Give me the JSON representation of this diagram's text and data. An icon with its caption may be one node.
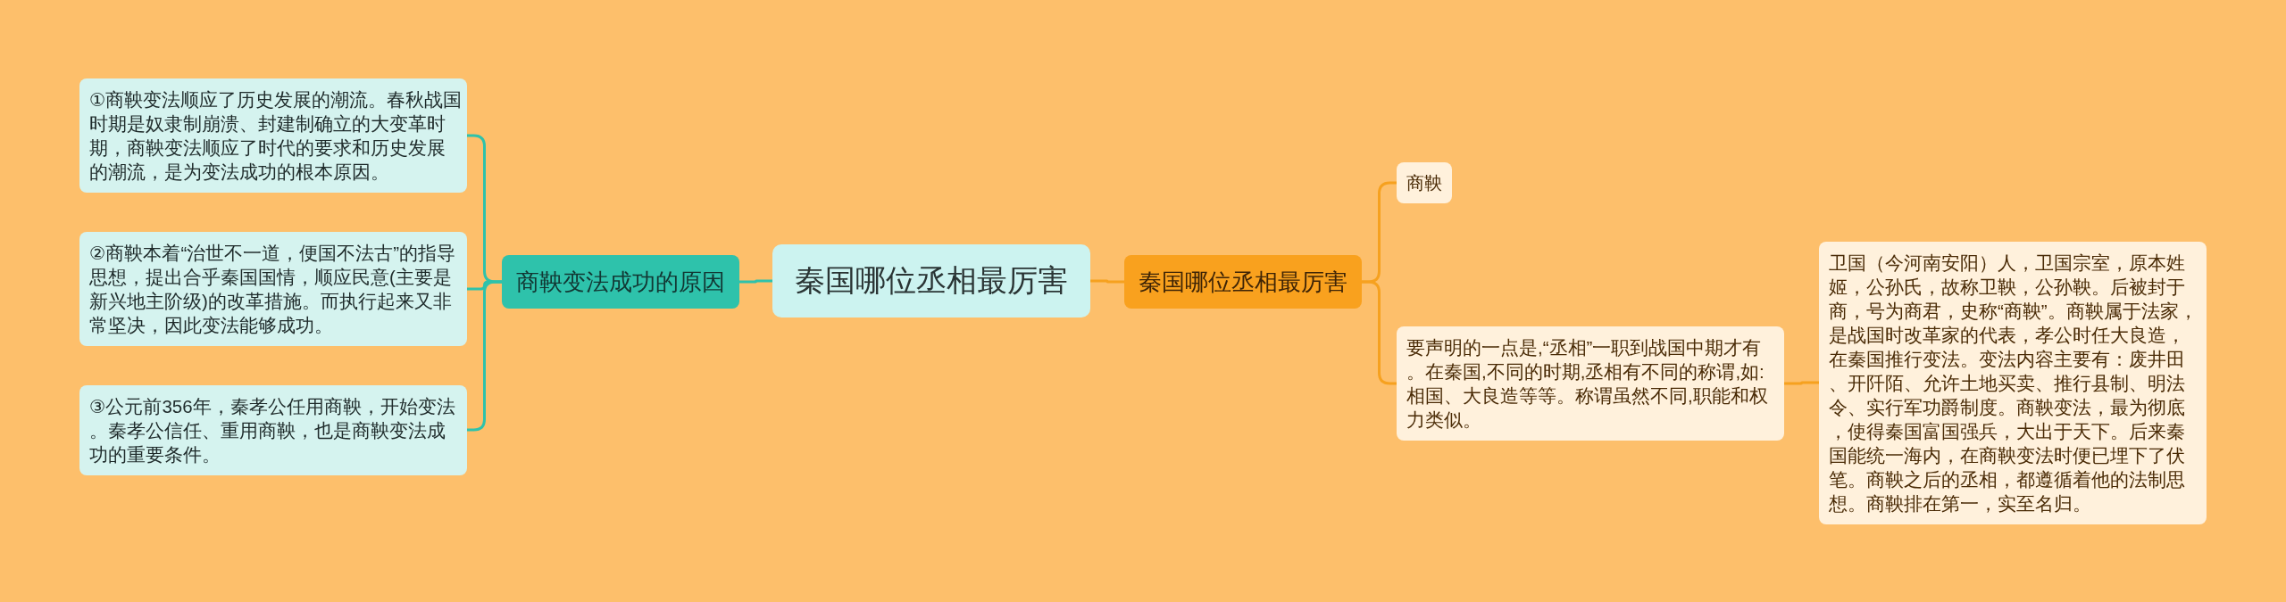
{
  "diagram": {
    "nodes": [
      {
        "text": [
          "秦国哪位丞相最厉害"
        ]
      },
      {
        "text": [
          "商鞅变法成功的原因"
        ]
      },
      {
        "text": [
          "①商鞅变法顺应了历史发展的潮流。春秋战国时期是奴隶制崩溃、封建制确立的大变革时期，商鞅变法顺应了时代的要求和历史发展的潮流，是为变法成功的根本原因。"
        ]
      },
      {
        "text": [
          "②商鞅本着“治世不一道，便国不法古”的指导思想，提出合乎秦国国情，顺应民意(主要是新兴地主阶级)的改革措施。而执行起来又非常坚决，因此变法能够成功。"
        ]
      },
      {
        "text": [
          "③公元前356年，秦孝公任用商鞅，开始变法。秦孝公信任、重用商鞅，也是商鞅变法成功的重要条件。"
        ]
      },
      {
        "text": [
          "秦国哪位丞相最厉害"
        ]
      },
      {
        "text": [
          "商鞅"
        ]
      },
      {
        "text": [
          "要声明的一点是,“丞相”一职到战国中期才有。在秦国,不同的时期,丞相有不同的称谓,如:相国、大良造等等。称谓虽然不同,职能和权力类似。"
        ]
      },
      {
        "text": [
          "卫国（今河南安阳）人，卫国宗室，原本姓姬，公孙氏，故称卫鞅，公孙鞅。后被封于商，号为商君，史称“商鞅”。商鞅属于法家，是战国时改革家的代表，孝公时任大良造，在秦国推行变法。变法内容主要有：废井田、开阡陌、允许土地买卖、推行县制、明法令、实行军功爵制度。商鞅变法，最为彻底，使得秦国富国强兵，大出于天下。后来秦国能统一海内，在商鞅变法时便已埋下了伏笔。商鞅之后的丞相，都遵循着他的法制思想。商鞅排在第一，实至名归。"
        ]
      }
    ],
    "edges": [
      {
        "from": 0,
        "to": 1,
        "arrow": "none",
        "color": "#2ec2ab"
      },
      {
        "from": 1,
        "to": 2,
        "arrow": "none",
        "color": "#2ec2ab"
      },
      {
        "from": 1,
        "to": 3,
        "arrow": "none",
        "color": "#2ec2ab"
      },
      {
        "from": 1,
        "to": 4,
        "arrow": "none",
        "color": "#2ec2ab"
      },
      {
        "from": 0,
        "to": 5,
        "arrow": "none",
        "color": "#f6a11f"
      },
      {
        "from": 5,
        "to": 6,
        "arrow": "none",
        "color": "#f6a11f"
      },
      {
        "from": 5,
        "to": 7,
        "arrow": "none",
        "color": "#f6a11f"
      },
      {
        "from": 7,
        "to": 8,
        "arrow": "none",
        "color": "#f6a11f"
      }
    ]
  }
}
